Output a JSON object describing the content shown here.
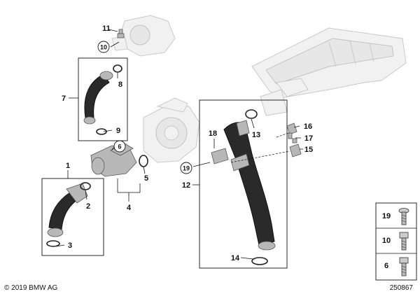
{
  "part_labels": [
    "1",
    "2",
    "3",
    "4",
    "5",
    "6",
    "7",
    "8",
    "9",
    "10",
    "11",
    "12",
    "13",
    "14",
    "15",
    "16",
    "17",
    "18",
    "19"
  ],
  "legend": [
    {
      "number": "19",
      "icon": "torx-bolt-icon"
    },
    {
      "number": "10",
      "icon": "hex-bolt-icon"
    },
    {
      "number": "6",
      "icon": "hex-bolt-icon"
    }
  ],
  "footer": {
    "copyright": "© 2019 BMW AG",
    "diagram_id": "250867"
  },
  "colors": {
    "hose": "#2a2a2a",
    "ghost": "#f1f1f1",
    "line": "#111111"
  }
}
